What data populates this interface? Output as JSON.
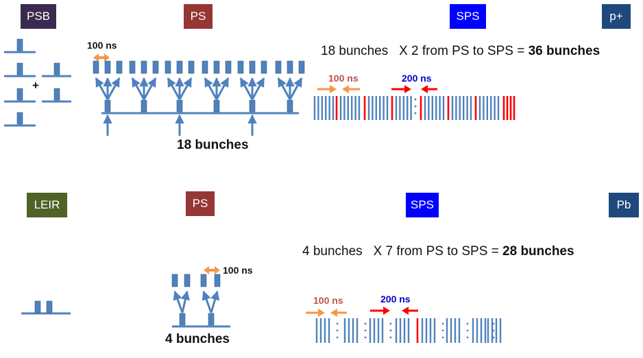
{
  "colors": {
    "psb": "#3b2a4f",
    "ps": "#953735",
    "sps": "#0000ff",
    "pplus": "#1f497d",
    "leir": "#4f6228",
    "pb": "#1f497d",
    "bunch": "#4f81bd",
    "arrow": "#4f81bd",
    "orange": "#f79646",
    "red": "#ff0000",
    "label100": "#c0504d",
    "label200": "#0000cc"
  },
  "top": {
    "labels": {
      "psb": "PSB",
      "ps": "PS",
      "sps": "SPS",
      "particle": "p+"
    },
    "ns_small": "100 ns",
    "plus": "+",
    "ps_bunches": "18 bunches",
    "line_prefix": "18 bunches",
    "line_mult": "X 2 from PS to SPS =",
    "line_result": "36 bunches",
    "ns100": "100 ns",
    "ns200": "200 ns"
  },
  "bottom": {
    "labels": {
      "leir": "LEIR",
      "ps": "PS",
      "sps": "SPS",
      "particle": "Pb"
    },
    "ns_small": "100 ns",
    "ps_bunches": "4 bunches",
    "line_prefix": "4 bunches",
    "line_mult": "X 7 from PS to SPS =",
    "line_result": "28 bunches",
    "ns100": "100 ns",
    "ns200": "200 ns"
  }
}
